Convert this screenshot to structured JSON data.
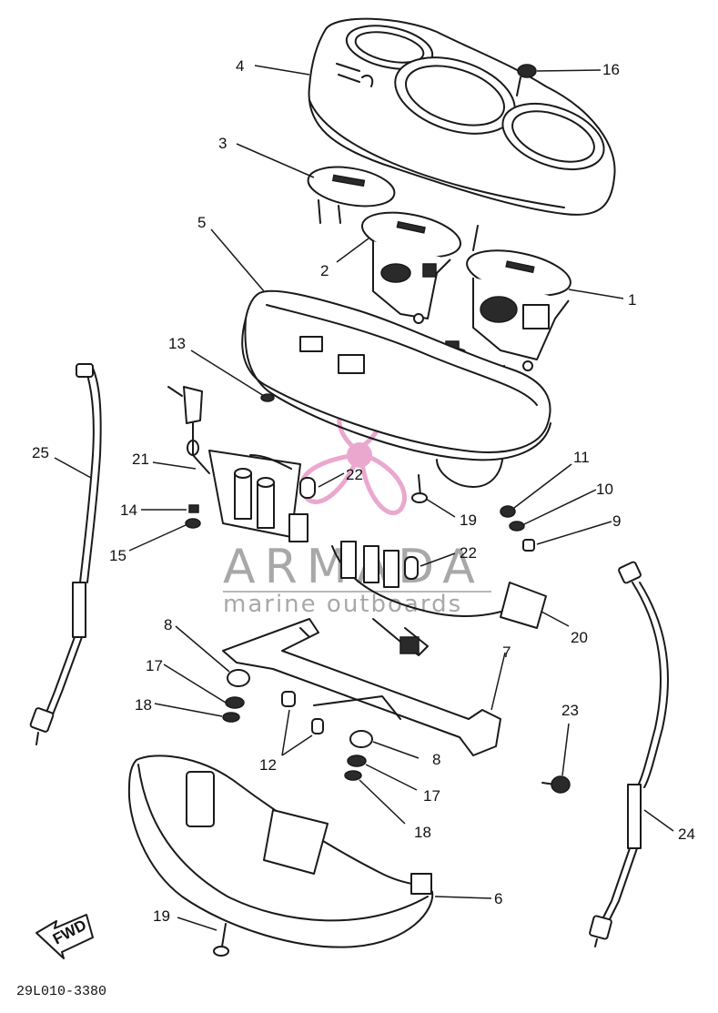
{
  "figure_code": "29L010-3380",
  "fwd_arrow_label": "FWD",
  "watermark": {
    "brand": "ARMADA",
    "tagline": "marine outboards",
    "accent_color": "#e48cc0"
  },
  "callouts": [
    "1",
    "2",
    "3",
    "4",
    "5",
    "6",
    "7",
    "8",
    "8",
    "9",
    "10",
    "11",
    "12",
    "13",
    "14",
    "15",
    "16",
    "17",
    "17",
    "18",
    "18",
    "19",
    "19",
    "20",
    "21",
    "22",
    "22",
    "23",
    "24",
    "25"
  ]
}
